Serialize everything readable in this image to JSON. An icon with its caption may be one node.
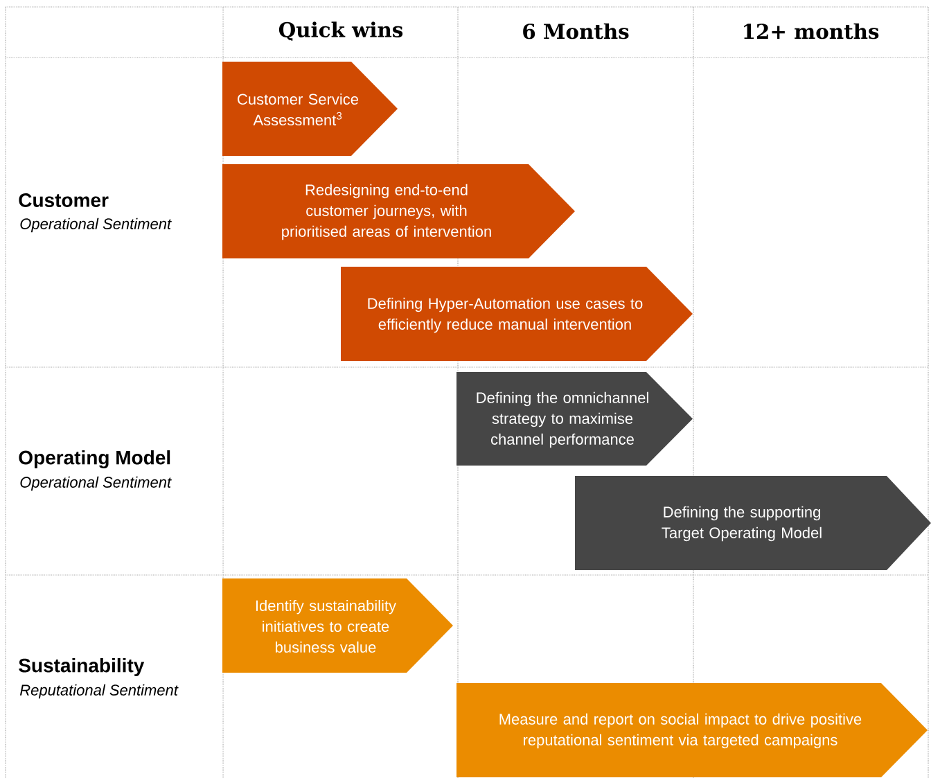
{
  "diagram": {
    "nodes": [
      {
        "text": [
          "Customer Service Assessment$^{3}$"
        ]
      },
      {
        "text": [
          "Redesigning end-to-end customer journeys, with prioritised areas of intervention"
        ]
      },
      {
        "text": [
          "Defining Hyper-Automation use cases to efficiently reduce manual intervention"
        ]
      },
      {
        "text": [
          "Defining the omnichannel strategy to maximise channel performance"
        ]
      },
      {
        "text": [
          "Defining the supporting Target Operating Model"
        ]
      },
      {
        "text": [
          "Identify sustainability initiatives to create business value"
        ]
      },
      {
        "text": [
          "Measure and report on social impact to drive positive reputational sentiment via targeted campaigns"
        ]
      }
    ],
    "labels": [
      "Quick wins",
      "6 Months",
      "12+ months",
      "Customer",
      "Operational Sentiment",
      "Operating Model",
      "Operational Sentiment",
      "Sustainability",
      "Reputational Sentiment"
    ]
  }
}
